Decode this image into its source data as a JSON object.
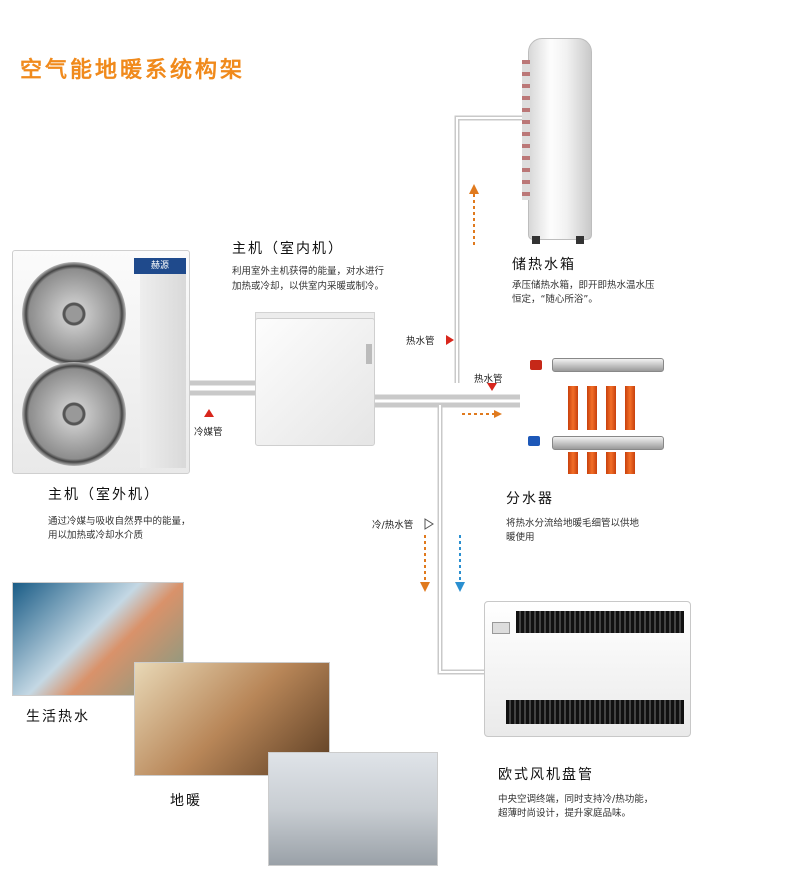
{
  "title": "空气能地暖系统构架",
  "outdoor_unit": {
    "label": "主机（室外机）",
    "brand": "赫源",
    "desc_line1": "通过冷媒与吸收自然界中的能量，",
    "desc_line2": "用以加热或冷却水介质"
  },
  "indoor_unit": {
    "label": "主机（室内机）",
    "desc_line1": "利用室外主机获得的能量，对水进行",
    "desc_line2": "加热或冷却，以供室内采暖或制冷。"
  },
  "tank": {
    "label": "储热水箱",
    "desc_line1": "承压储热水箱，即开即热水温水压",
    "desc_line2": "恒定，“随心所浴”。"
  },
  "manifold": {
    "label": "分水器",
    "desc_line1": "将热水分流给地暖毛细管以供地",
    "desc_line2": "暖使用"
  },
  "fan_coil": {
    "label": "欧式风机盘管",
    "desc_line1": "中央空调终端，同时支持冷/热功能，",
    "desc_line2": "超薄时尚设计，提升家庭品味。"
  },
  "pipe_tags": {
    "refrigerant": "冷媒管",
    "hot_water_1": "热水管",
    "hot_water_2": "热水管",
    "cold_hot": "冷/热水管"
  },
  "photos": {
    "domestic_hot_water": "生活热水",
    "floor_heating": "地暖"
  },
  "colors": {
    "title": "#f08a1c",
    "arrow_red": "#d8261c",
    "arrow_orange": "#e07a1e",
    "arrow_blue": "#2a8fd0"
  }
}
